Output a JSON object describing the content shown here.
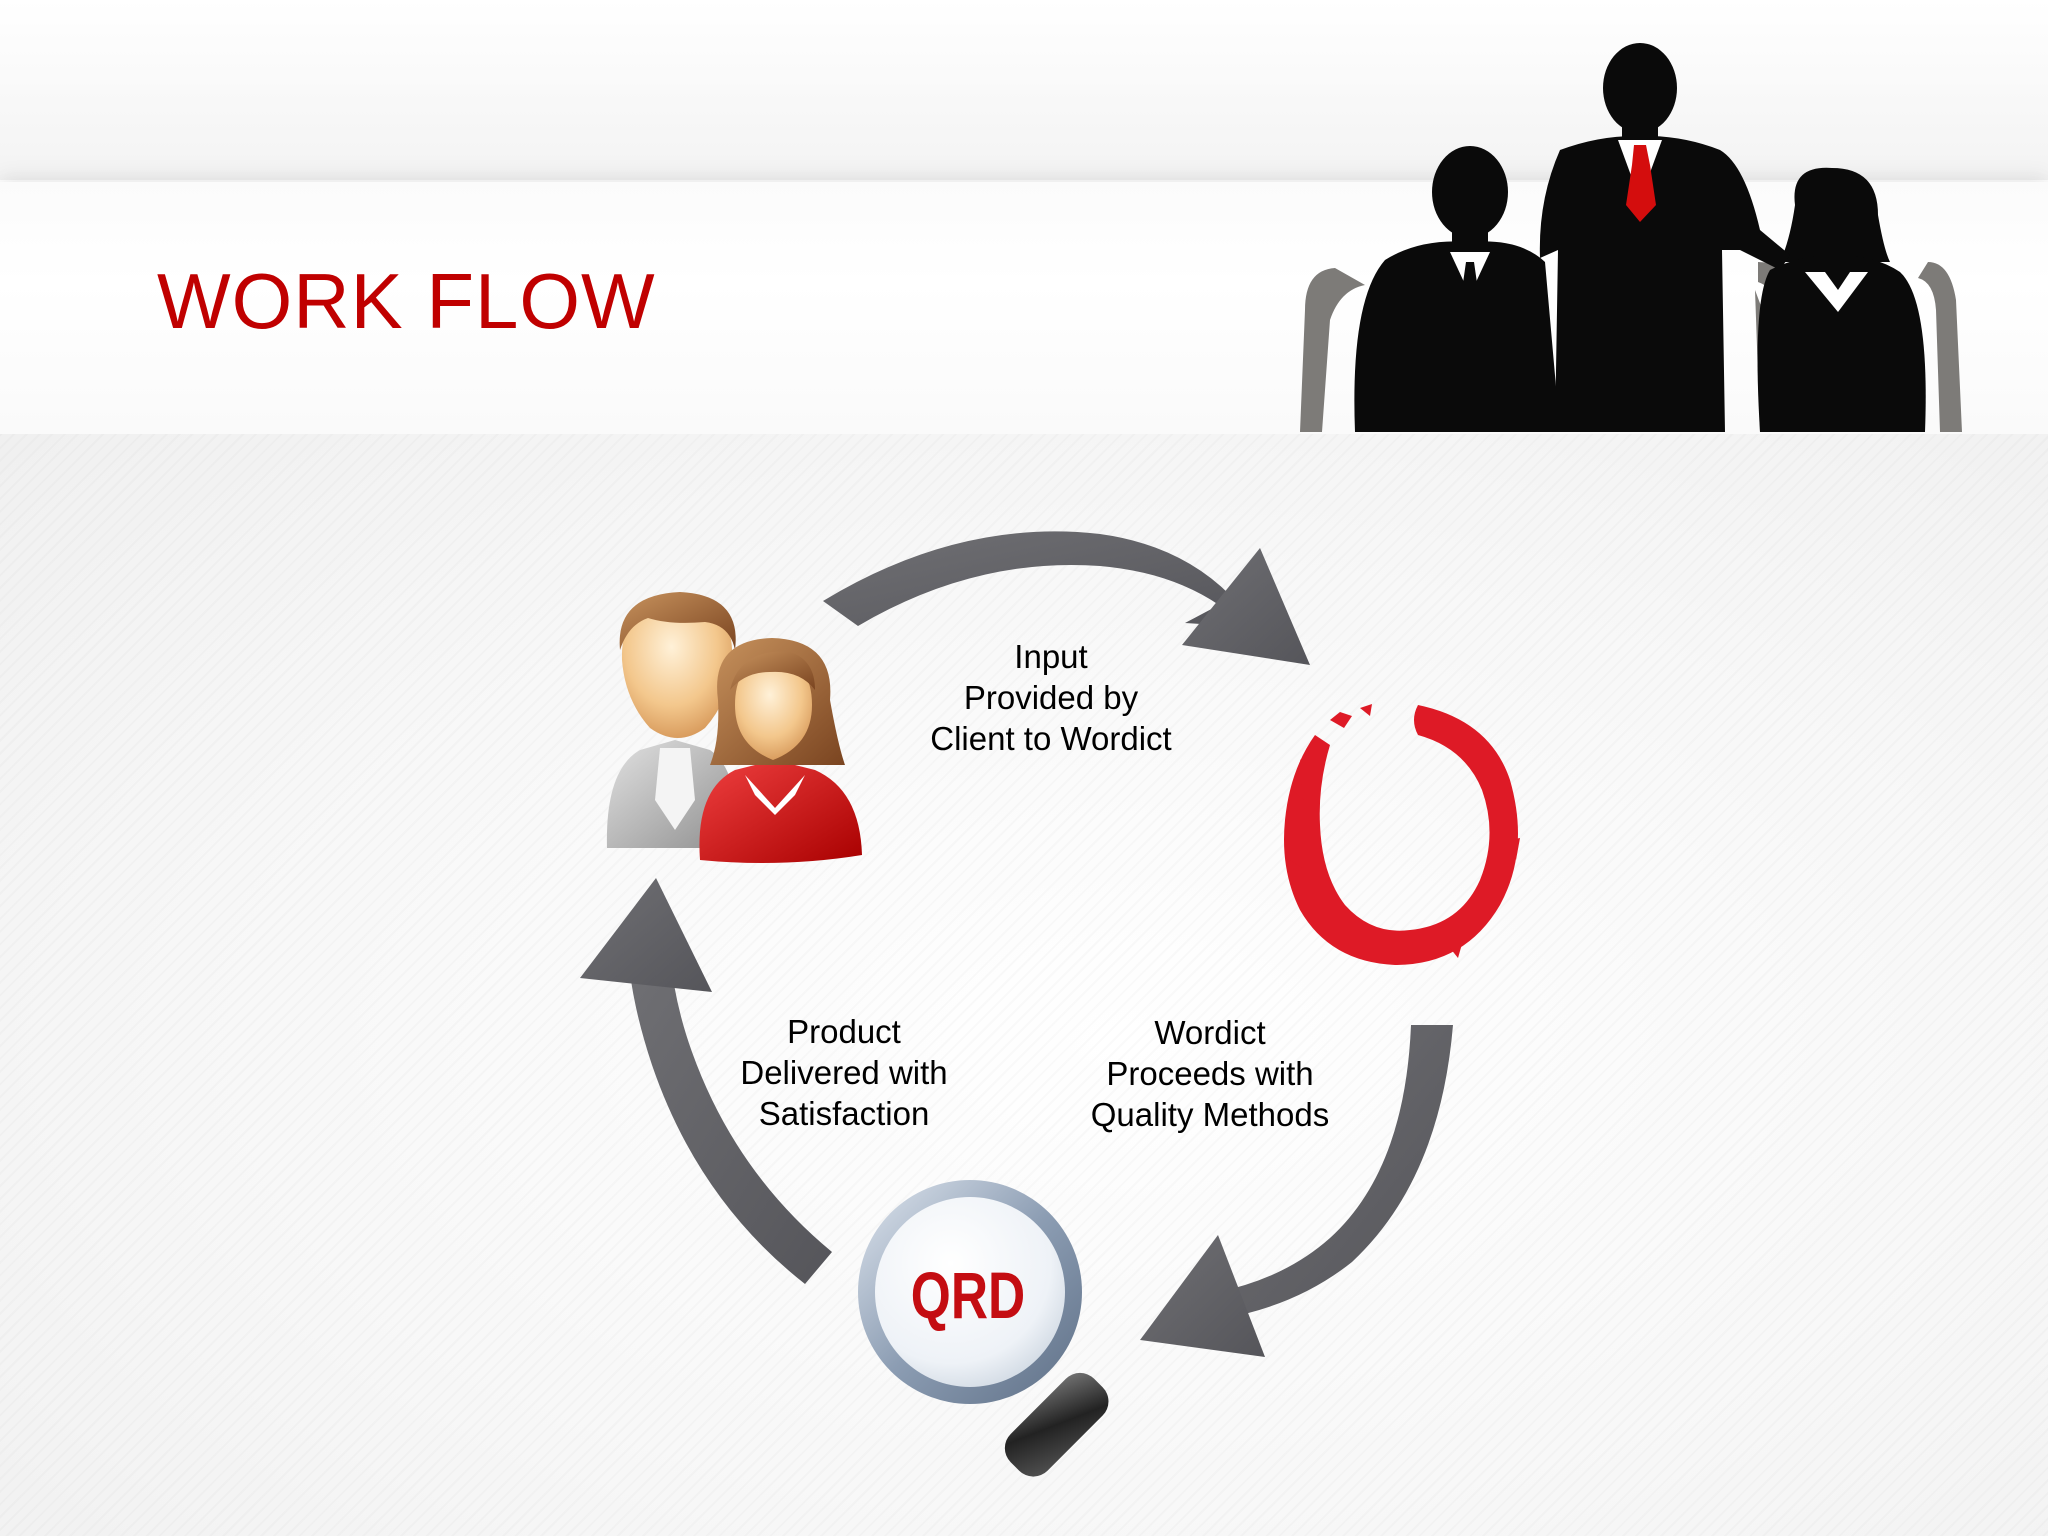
{
  "slide": {
    "title": "WORK FLOW",
    "accent_color": "#c00000",
    "arrow_color": "#5e5e62"
  },
  "workflow": {
    "nodes": [
      {
        "name": "client-icon",
        "depicts": "man and woman users"
      },
      {
        "name": "wordict-logo-icon",
        "depicts": "red brush circle"
      },
      {
        "name": "qrd-icon",
        "depicts": "magnifying glass",
        "text": "QRD"
      }
    ],
    "steps": [
      {
        "lines": [
          "Input",
          "Provided by",
          "Client to Wordict"
        ]
      },
      {
        "lines": [
          "Wordict",
          "Proceeds with",
          "Quality Methods"
        ]
      },
      {
        "lines": [
          "Product",
          "Delivered with",
          "Satisfaction"
        ]
      }
    ]
  },
  "decoration": {
    "header_image": "business-people-silhouette"
  }
}
